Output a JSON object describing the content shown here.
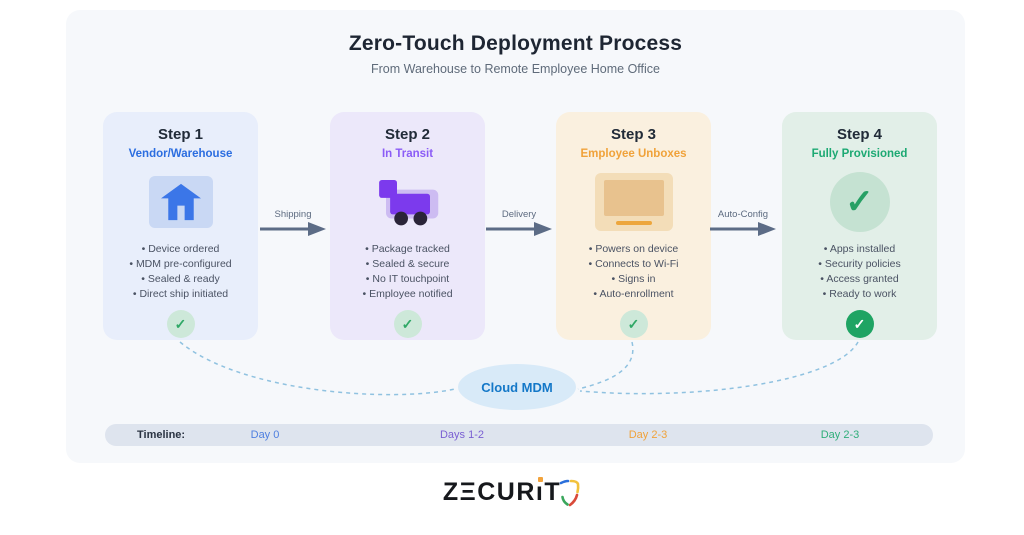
{
  "header": {
    "title": "Zero-Touch Deployment Process",
    "subtitle": "From Warehouse to Remote Employee Home Office"
  },
  "steps": [
    {
      "step_label": "Step 1",
      "name": "Vendor/Warehouse",
      "accent": "#2b6de0",
      "bg": "#e8eefb",
      "icon": "warehouse-home-icon",
      "bullets": [
        "Device ordered",
        "MDM pre-configured",
        "Sealed & ready",
        "Direct ship initiated"
      ],
      "check": "✓"
    },
    {
      "step_label": "Step 2",
      "name": "In Transit",
      "accent": "#8b5cf6",
      "bg": "#ece8fa",
      "icon": "truck-icon",
      "bullets": [
        "Package tracked",
        "Sealed & secure",
        "No IT touchpoint",
        "Employee notified"
      ],
      "check": "✓"
    },
    {
      "step_label": "Step 3",
      "name": "Employee Unboxes",
      "accent": "#f0a23a",
      "bg": "#faf0df",
      "icon": "monitor-icon",
      "bullets": [
        "Powers on device",
        "Connects to Wi-Fi",
        "Signs in",
        "Auto-enrollment"
      ],
      "check": "✓"
    },
    {
      "step_label": "Step 4",
      "name": "Fully Provisioned",
      "accent": "#1ca973",
      "bg": "#e2efe8",
      "icon": "check-circle-icon",
      "bullets": [
        "Apps installed",
        "Security policies",
        "Access granted",
        "Ready to work"
      ],
      "check": "✓",
      "big_check": "✓"
    }
  ],
  "arrows": [
    {
      "label": "Shipping"
    },
    {
      "label": "Delivery"
    },
    {
      "label": "Auto-Config"
    }
  ],
  "cloud": {
    "label": "Cloud MDM",
    "fill": "#d8eaf8",
    "text_color": "#1478c8"
  },
  "timeline": {
    "label": "Timeline:",
    "entries": [
      {
        "text": "Day 0",
        "color": "#4e7fe0"
      },
      {
        "text": "Days 1-2",
        "color": "#7a5fd3"
      },
      {
        "text": "Day 2-3",
        "color": "#f0a23a"
      },
      {
        "text": "Day 2-3",
        "color": "#2fae7a"
      }
    ]
  },
  "logo": {
    "z": "Z",
    "e": "Ξ",
    "cur": "CUR",
    "i": "ı",
    "t": "T",
    "brand": "ZECURIT",
    "shield_colors": [
      "#2a6fdb",
      "#f2c23c",
      "#d94a3a",
      "#3aa65c"
    ],
    "dot_color": "#f2a33c"
  }
}
